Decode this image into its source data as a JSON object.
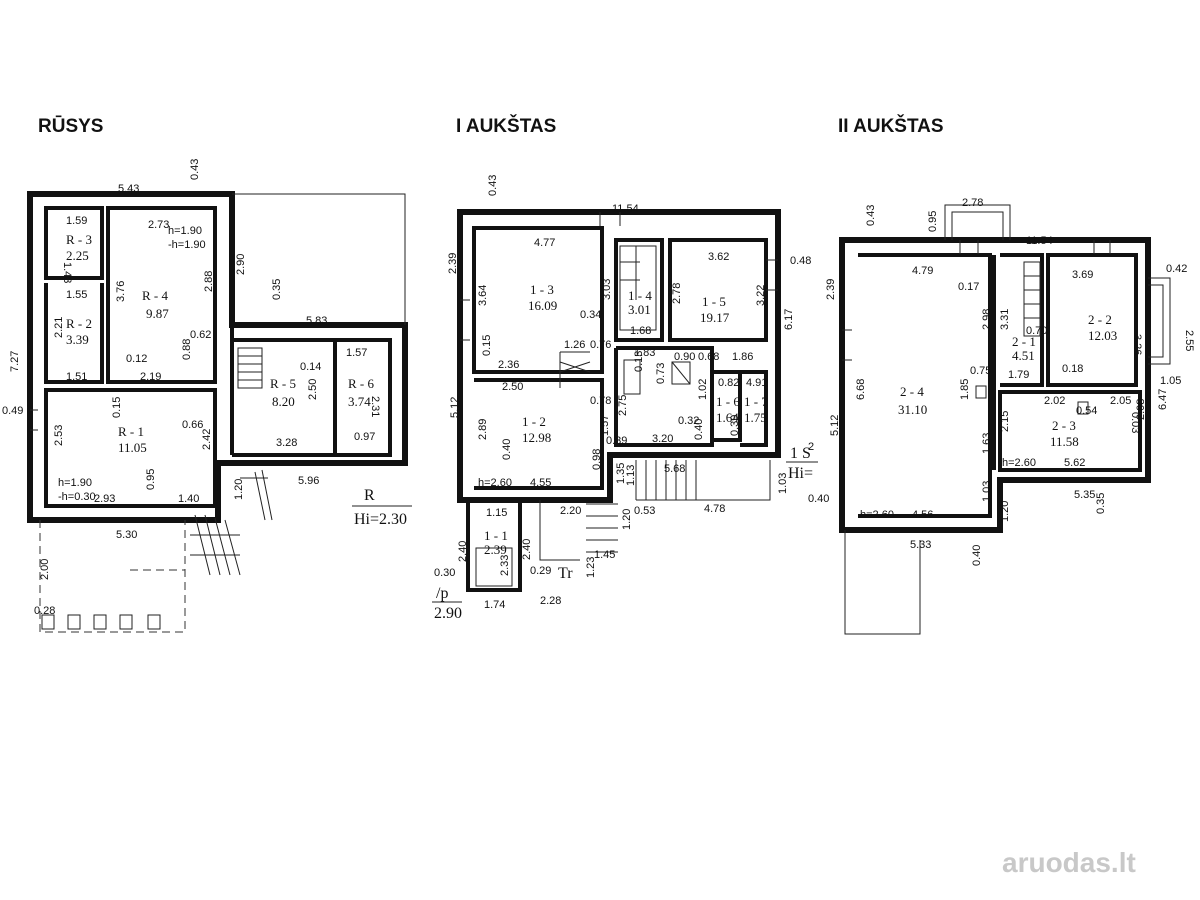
{
  "titles": {
    "basement": "RŪSYS",
    "floor1": "I AUKŠTAS",
    "floor2": "II AUKŠTAS"
  },
  "basement": {
    "rooms": [
      {
        "id": "R - 3",
        "area": "2.25"
      },
      {
        "id": "R - 2",
        "area": "3.39"
      },
      {
        "id": "R - 4",
        "area": "9.87"
      },
      {
        "id": "R - 1",
        "area": "11.05"
      },
      {
        "id": "R - 5",
        "area": "8.20"
      },
      {
        "id": "R - 6",
        "area": "3.74"
      }
    ],
    "heights": [
      "h=1.90",
      "-h=1.90",
      "h=1.90",
      "-h=0.30"
    ],
    "dims": [
      "5.43",
      "0.43",
      "2.90",
      "1.59",
      "2.73",
      "1.43",
      "3.76",
      "2.88",
      "1.55",
      "2.21",
      "0.35",
      "5.83",
      "0.62",
      "0.88",
      "0.12",
      "2.19",
      "1.51",
      "7.27",
      "0.14",
      "2.50",
      "1.57",
      "2.31",
      "0.49",
      "0.15",
      "0.66",
      "2.53",
      "2.42",
      "3.28",
      "0.97",
      "0.95",
      "5.96",
      "1.20",
      "1.40",
      "2.93",
      "5.30",
      "2.00",
      "0.28"
    ],
    "label_r": "R",
    "label_hi": "Hi=2.30"
  },
  "floor1": {
    "rooms": [
      {
        "id": "1 - 3",
        "area": "16.09"
      },
      {
        "id": "1 - 4",
        "area": "3.01"
      },
      {
        "id": "1 - 5",
        "area": "19.17"
      },
      {
        "id": "1 - 2",
        "area": "12.98"
      },
      {
        "id": "1 - 6",
        "area": "1.64"
      },
      {
        "id": "1 - 7",
        "area": "1.75"
      },
      {
        "id": "1 - 1",
        "area": "2.39"
      }
    ],
    "dims": [
      "0.43",
      "11.54",
      "4.77",
      "3.62",
      "0.48",
      "2.39",
      "3.64",
      "3.03",
      "2.78",
      "3.22",
      "6.17",
      "0.34",
      "1.68",
      "0.15",
      "1.26",
      "0.76",
      "1.83",
      "0.90",
      "0.68",
      "1.86",
      "2.36",
      "2.50",
      "0.78",
      "0.13",
      "0.73",
      "0.82",
      "4.91",
      "5.12",
      "2.89",
      "1.57",
      "2.75",
      "1.02",
      "0.32",
      "0.40",
      "0.39",
      "0.39",
      "3.20",
      "0.40",
      "0.98",
      "1.35",
      "1.13",
      "5.68",
      "h=2.60",
      "4.55",
      "1.03",
      "0.53",
      "4.78",
      "1.15",
      "2.20",
      "1.20",
      "2.40",
      "2.40",
      "1.45",
      "1.23",
      "2.33",
      "0.29",
      "0.30",
      "1.74",
      "2.28"
    ],
    "label_1s": "1 S",
    "label_1s_sup": "2",
    "label_hi": "Hi=",
    "label_tr": "Tr",
    "label_p": "/p",
    "label_p_val": "2.90"
  },
  "floor2": {
    "rooms": [
      {
        "id": "2 - 4",
        "area": "31.10"
      },
      {
        "id": "2 - 1",
        "area": "4.51"
      },
      {
        "id": "2 - 2",
        "area": "12.03"
      },
      {
        "id": "2 - 3",
        "area": "11.58"
      }
    ],
    "dims": [
      "2.78",
      "0.43",
      "0.95",
      "11.54",
      "4.79",
      "3.69",
      "0.42",
      "2.39",
      "0.17",
      "2.98",
      "3.31",
      "0.70",
      "3.26",
      "2.55",
      "0.75",
      "1.79",
      "0.18",
      "1.05",
      "6.68",
      "5.12",
      "1.85",
      "2.02",
      "0.54",
      "2.05",
      "6.47",
      "2.15",
      "0.03",
      "2.08",
      "1.63",
      "h=2.60",
      "5.62",
      "1.03",
      "5.35",
      "0.35",
      "0.40",
      "h=2.60",
      "4.56",
      "1.20",
      "5.33",
      "0.40"
    ]
  },
  "watermark": "aruodas.lt"
}
